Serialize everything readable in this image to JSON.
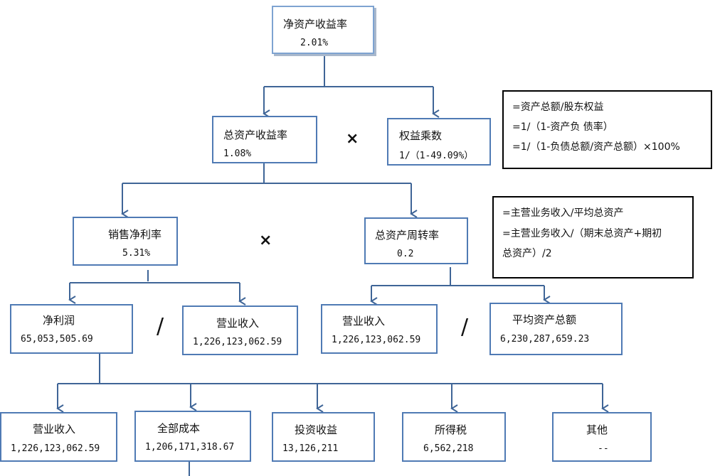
{
  "nodes": {
    "roe": {
      "label": "净资产收益率",
      "value": "2.01%"
    },
    "roa": {
      "label": "总资产收益率",
      "value": "1.08%"
    },
    "equity_multiplier": {
      "label": "权益乘数",
      "value": "1/（1-49.09%）"
    },
    "net_margin": {
      "label": "销售净利率",
      "value": "5.31%"
    },
    "asset_turnover": {
      "label": "总资产周转率",
      "value": "0.2"
    },
    "net_profit": {
      "label": "净利润",
      "value": "65,053,505.69"
    },
    "revenue_a": {
      "label": "营业收入",
      "value": "1,226,123,062.59"
    },
    "revenue_b": {
      "label": "营业收入",
      "value": "1,226,123,062.59"
    },
    "avg_assets": {
      "label": "平均资产总额",
      "value": "6,230,287,659.23"
    },
    "revenue_c": {
      "label": "营业收入",
      "value": "1,226,123,062.59"
    },
    "total_cost": {
      "label": "全部成本",
      "value": "1,206,171,318.67"
    },
    "invest_income": {
      "label": "投资收益",
      "value": "13,126,211"
    },
    "income_tax": {
      "label": "所得税",
      "value": "6,562,218"
    },
    "other": {
      "label": "其他",
      "value": "--"
    }
  },
  "notes": {
    "equity": [
      "=资产总额/股东权益",
      "=1/（1-资产负 债率）",
      "=1/（1-负债总额/资产总额）×100%"
    ],
    "turnover": [
      "=主营业务收入/平均总资产",
      "=主营业务收入/（期末总资产+期初",
      "总资产）/2"
    ]
  },
  "operators": {
    "multiply": "×",
    "divide": "/"
  },
  "colors": {
    "box_border": "#4f7ab4",
    "line": "#3f6597",
    "root_border": "#7ea3d1"
  }
}
